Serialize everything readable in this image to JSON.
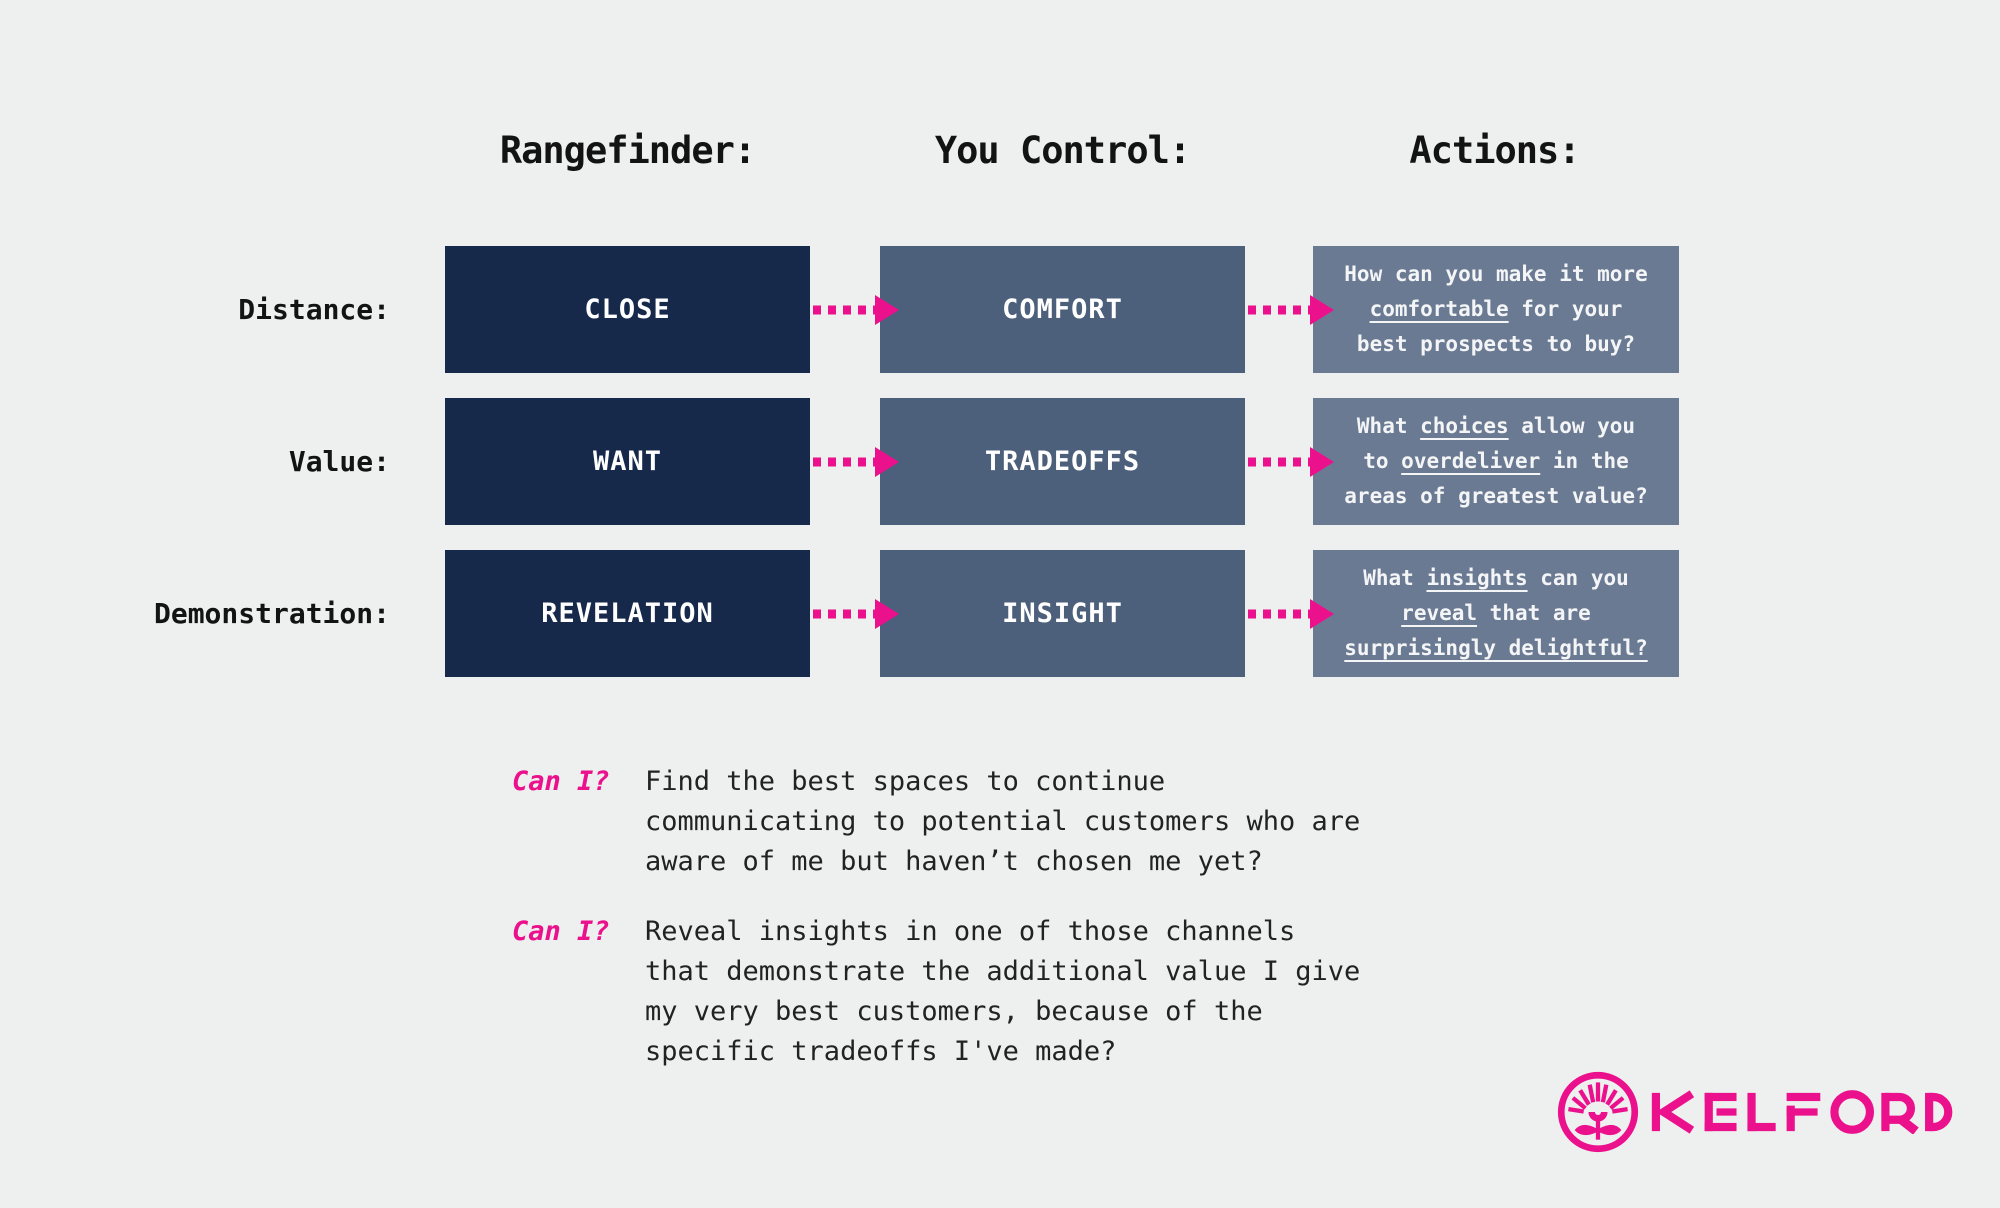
{
  "colors": {
    "background": "#EEF0EF",
    "navy_box": "#16294B",
    "slate_box": "#4C5F7B",
    "steel_box": "#6B7A93",
    "accent_pink": "#EB118C",
    "dark_text": "#131313",
    "white_text": "#FFFFFF"
  },
  "columns": {
    "rangefinder": "Rangefinder:",
    "you_control": "You Control:",
    "actions": "Actions:"
  },
  "rows": [
    {
      "label": "Distance:",
      "rangefinder": "CLOSE",
      "you_control": "COMFORT",
      "action_lines": [
        [
          {
            "t": "How can you make it more",
            "u": false
          }
        ],
        [
          {
            "t": "comfortable",
            "u": true
          },
          {
            "t": " for your",
            "u": false
          }
        ],
        [
          {
            "t": "best prospects to buy?",
            "u": false
          }
        ]
      ]
    },
    {
      "label": "Value:",
      "rangefinder": "WANT",
      "you_control": "TRADEOFFS",
      "action_lines": [
        [
          {
            "t": "What ",
            "u": false
          },
          {
            "t": "choices",
            "u": true
          },
          {
            "t": " allow you",
            "u": false
          }
        ],
        [
          {
            "t": "to ",
            "u": false
          },
          {
            "t": "overdeliver",
            "u": true
          },
          {
            "t": " in the",
            "u": false
          }
        ],
        [
          {
            "t": "areas of greatest value?",
            "u": false
          }
        ]
      ]
    },
    {
      "label": "Demonstration:",
      "rangefinder": "REVELATION",
      "you_control": "INSIGHT",
      "action_lines": [
        [
          {
            "t": "What ",
            "u": false
          },
          {
            "t": "insights",
            "u": true
          },
          {
            "t": " can you",
            "u": false
          }
        ],
        [
          {
            "t": "reveal",
            "u": true
          },
          {
            "t": " that are",
            "u": false
          }
        ],
        [
          {
            "t": "surprisingly delightful?",
            "u": true
          }
        ]
      ]
    }
  ],
  "can_i": [
    {
      "label": "Can I?",
      "lines": [
        "Find the best spaces to continue",
        "communicating to potential customers who are",
        "aware of me but haven’t chosen me yet?"
      ]
    },
    {
      "label": "Can I?",
      "lines": [
        "Reveal insights in one of those channels",
        "that demonstrate the additional value I give",
        "my very best customers, because of the",
        "specific tradeoffs I've made?"
      ]
    }
  ],
  "logo": {
    "wordmark": "KELFORD",
    "icon": "flower-burst-icon"
  }
}
